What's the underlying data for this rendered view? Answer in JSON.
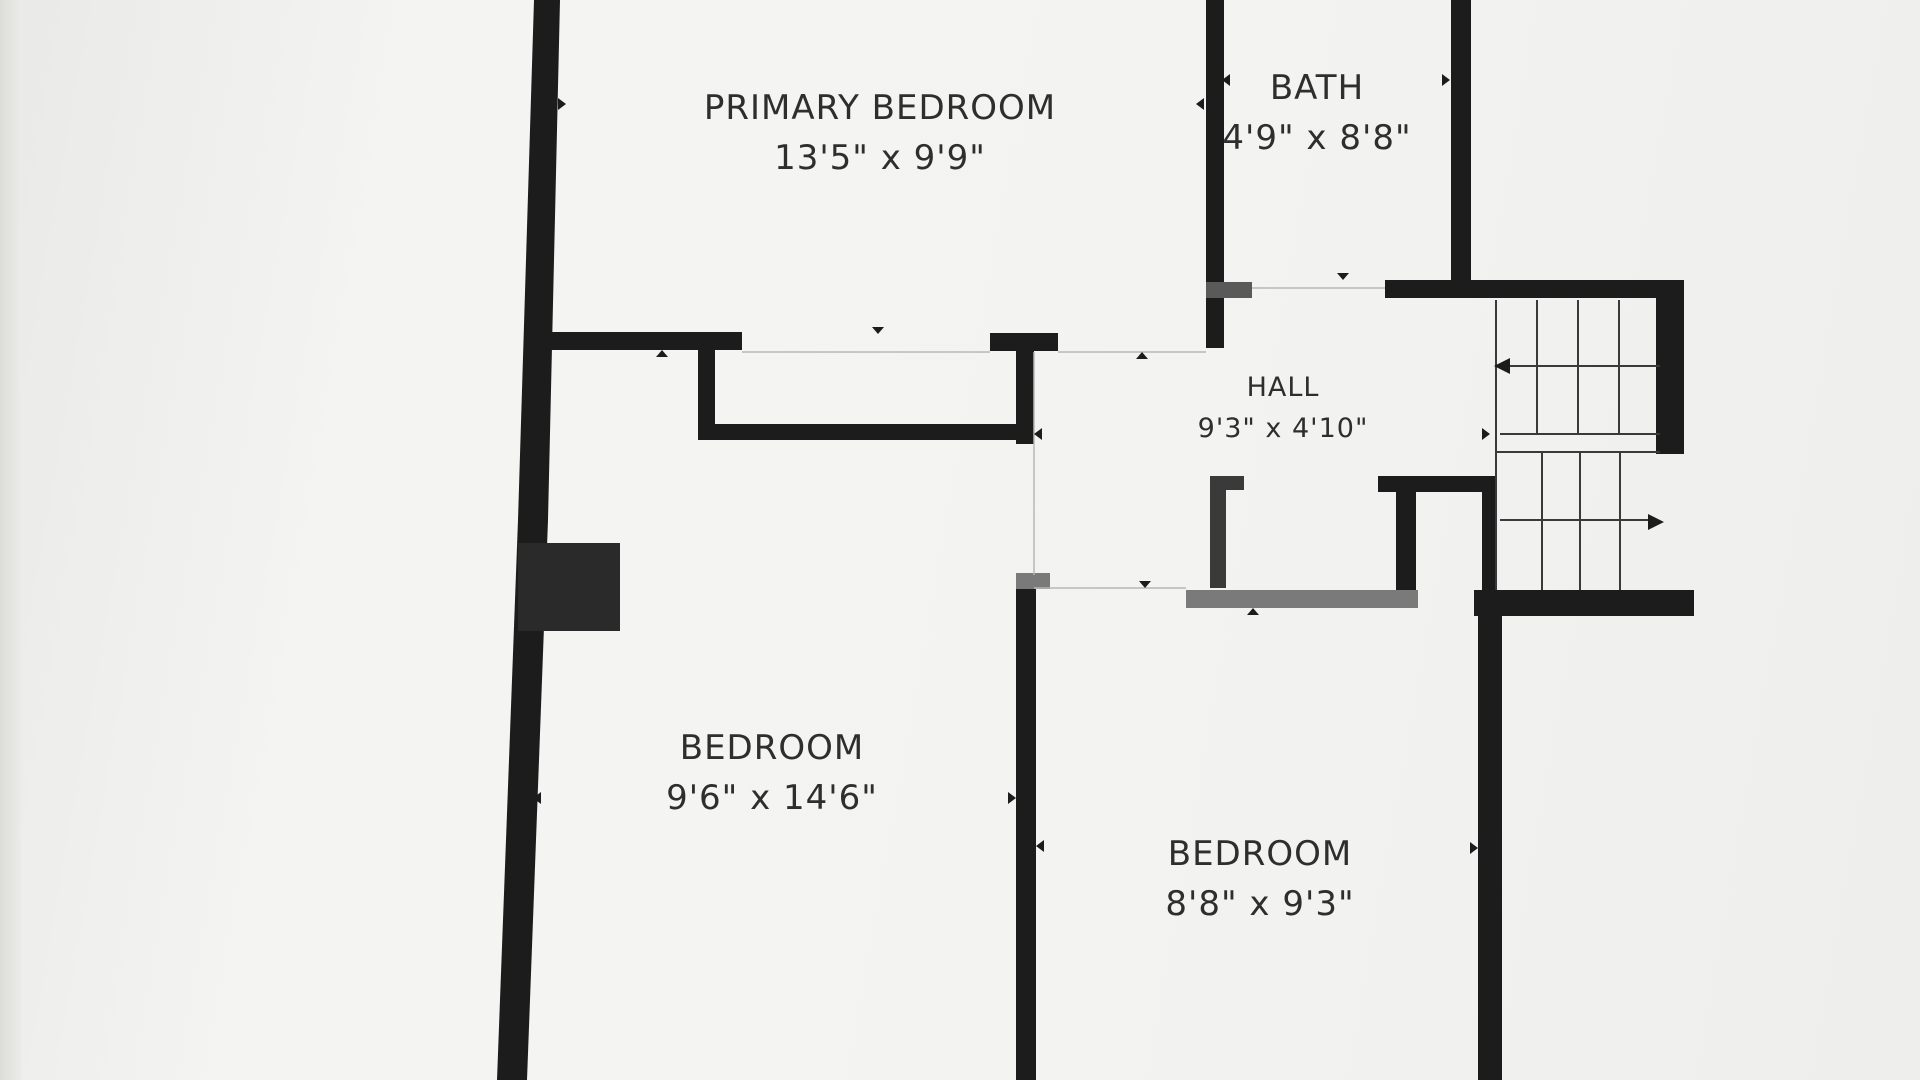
{
  "floorplan": {
    "rooms": [
      {
        "id": "primary-bedroom",
        "name": "PRIMARY BEDROOM",
        "dims": "13'5\" x 9'9\""
      },
      {
        "id": "bath",
        "name": "BATH",
        "dims": "4'9\" x 8'8\""
      },
      {
        "id": "hall",
        "name": "HALL",
        "dims": "9'3\" x 4'10\""
      },
      {
        "id": "bedroom-left",
        "name": "BEDROOM",
        "dims": "9'6\" x 14'6\""
      },
      {
        "id": "bedroom-right",
        "name": "BEDROOM",
        "dims": "8'8\" x 9'3\""
      }
    ],
    "colors": {
      "wall": "#1c1c1c",
      "wall_light": "#6f6f6f",
      "paper": "#f1f1f0",
      "text": "#2e2e2e"
    }
  }
}
